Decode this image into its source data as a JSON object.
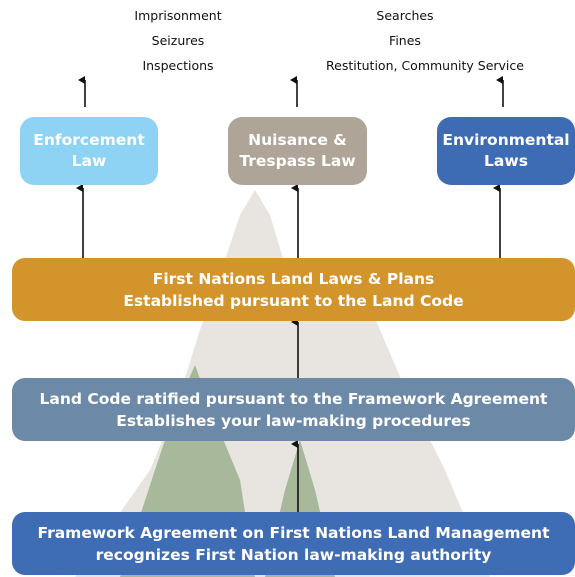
{
  "colors": {
    "enforcement": "#8fd3f4",
    "nuisance": "#aea498",
    "environmental": "#3e6cb4",
    "land_laws": "#d4942c",
    "land_code": "#6c8aa8",
    "framework": "#3f6db5",
    "mountain": "#e7e3df",
    "hills": "#a7b89b"
  },
  "icons": [
    "arrow-up-icon"
  ],
  "outcomes": {
    "left": [
      "Imprisonment",
      "Seizures",
      "Inspections"
    ],
    "right": [
      "Searches",
      "Fines",
      "Restitution, Community Service"
    ]
  },
  "laws": {
    "enforcement": [
      "Enforcement",
      "Law"
    ],
    "nuisance": [
      "Nuisance &",
      "Trespass Law"
    ],
    "environmental": [
      "Environmental",
      "Laws"
    ]
  },
  "land_laws": [
    "First Nations Land Laws & Plans",
    "Established pursuant to the Land Code"
  ],
  "land_code": [
    "Land Code ratified pursuant to the Framework Agreement",
    "Establishes your law-making procedures"
  ],
  "framework": [
    "Framework Agreement on First Nations Land Management",
    "recognizes First Nation law-making authority"
  ]
}
